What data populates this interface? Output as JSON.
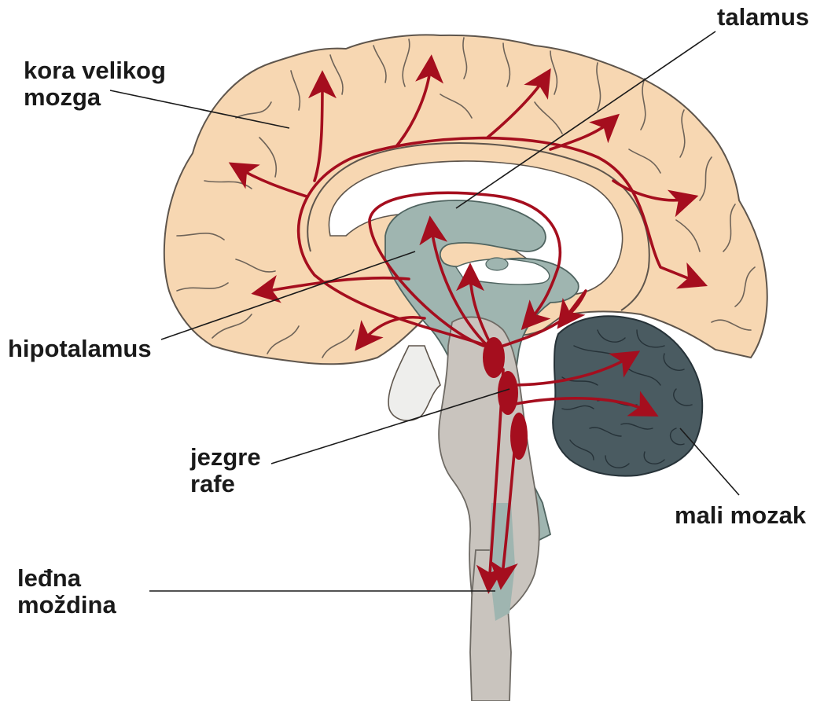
{
  "labels": {
    "cortex_line1": "kora velikog",
    "cortex_line2": "mozga",
    "thalamus": "talamus",
    "hypothalamus": "hipotalamus",
    "raphe_line1": "jezgre",
    "raphe_line2": "rafe",
    "cerebellum": "mali mozak",
    "spinal_line1": "leđna",
    "spinal_line2": "moždina"
  },
  "colors": {
    "cortex": "#f7d7b2",
    "ventricle": "#ffffff",
    "thalamus": "#9fb5b0",
    "brainstem": "#c9c4be",
    "cerebellum": "#4a5b61",
    "pathway": "#a50e1e",
    "raphe": "#a50e1e",
    "pituitary": "#eeeeec"
  },
  "icons": {
    "arrow": "arrowhead-icon"
  }
}
